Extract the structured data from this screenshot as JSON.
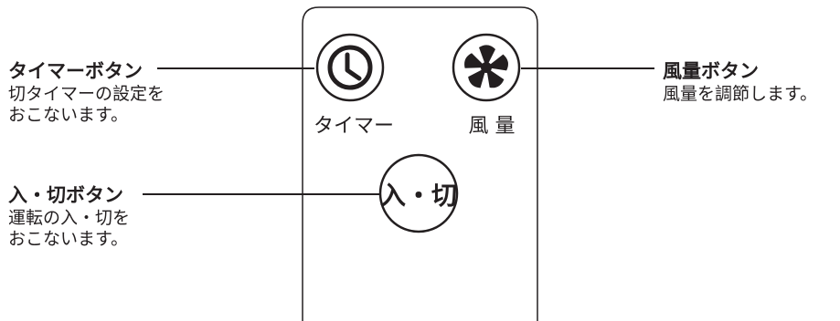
{
  "remote": {
    "timer_button": {
      "icon": "clock-icon",
      "label": "タイマー"
    },
    "fan_button": {
      "icon": "fan-icon",
      "label": "風 量"
    },
    "power_button": {
      "label": "入・切"
    }
  },
  "callouts": {
    "timer": {
      "title": "タイマーボタン",
      "desc_lines": [
        "切タイマーの設定を",
        "おこないます。"
      ]
    },
    "power": {
      "title": "入・切ボタン",
      "desc_lines": [
        "運転の入・切を",
        "おこないます。"
      ]
    },
    "fan": {
      "title": "風量ボタン",
      "desc_lines": [
        "風量を調節します。"
      ]
    }
  },
  "colors": {
    "ink": "#231f20",
    "background": "#ffffff"
  }
}
